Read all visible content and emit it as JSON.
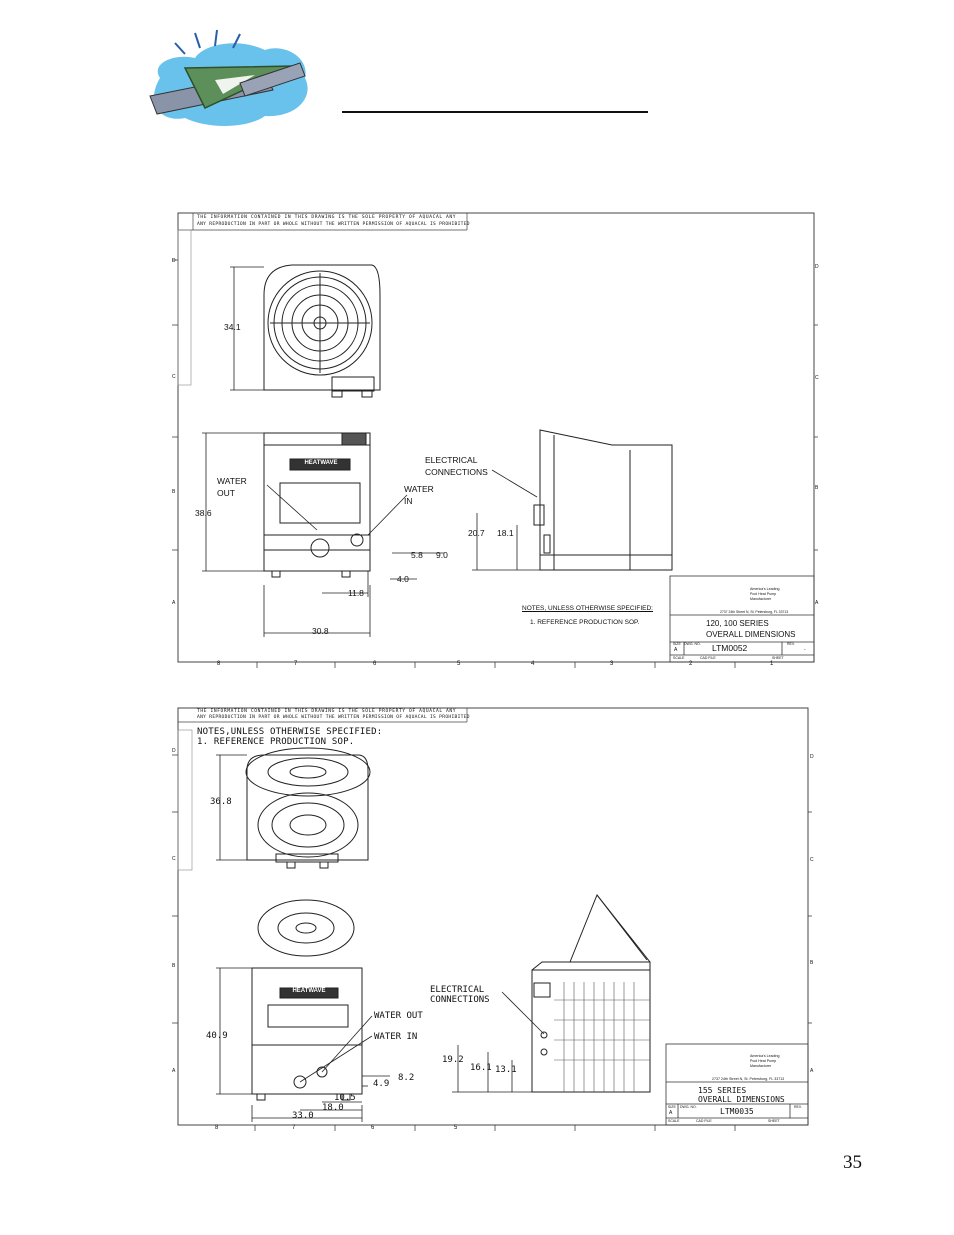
{
  "page": {
    "page_number": "35"
  },
  "drawing1": {
    "disclaimer_1": "THE INFORMATION CONTAINED IN THIS DRAWING IS THE SOLE PROPERTY OF AQUACAL ANY",
    "disclaimer_2": "ANY REPRODUCTION IN PART OR WHOLE WITHOUT THE WRITTEN PERMISSION OF AQUACAL IS PROHIBITED",
    "dim_height_top": "34.1",
    "dim_height_front": "38.6",
    "dim_width": "30.8",
    "dim_water_out_x": "11.8",
    "dim_4_0": "4.0",
    "dim_5_8": "5.8",
    "dim_9_0": "9.0",
    "dim_side_20_7": "20.7",
    "dim_side_18_1": "18.1",
    "label_water_out_1": "WATER",
    "label_water_out_2": "OUT",
    "label_water_in_1": "WATER",
    "label_water_in_2": "IN",
    "label_electrical_1": "ELECTRICAL",
    "label_electrical_2": "CONNECTIONS",
    "notes_title": "NOTES, UNLESS OTHERWISE SPECIFIED:",
    "notes_item": "1. REFERENCE PRODUCTION SOP.",
    "tb_company_1": "America's Leading",
    "tb_company_2": "Pool Heat Pump",
    "tb_company_3": "Manufacturer",
    "tb_address": "2737 24th Street N, St. Petersburg, FL 33713",
    "tb_title_1": "120, 100 SERIES",
    "tb_title_2": "OVERALL DIMENSIONS",
    "tb_size_label": "SIZE",
    "tb_size_value": "A",
    "tb_dwg_label": "DWG. NO.",
    "tb_dwg_no": "LTM0052",
    "tb_rev_label": "REV.",
    "tb_rev_value": "-",
    "tb_scale_label": "SCALE",
    "tb_cad_label": "CAD FILE",
    "tb_sheet_label": "SHEET",
    "border_bottom": [
      "8",
      "7",
      "6",
      "5",
      "4",
      "3",
      "2",
      "1"
    ],
    "border_left": [
      "D",
      "C",
      "B",
      "A"
    ],
    "border_right": [
      "D",
      "C",
      "B",
      "A"
    ],
    "brand_text": "HEATWAVE"
  },
  "drawing2": {
    "disclaimer_1": "THE INFORMATION CONTAINED IN THIS DRAWING IS THE SOLE PROPERTY OF AQUACAL ANY",
    "disclaimer_2": "ANY REPRODUCTION IN PART OR WHOLE WITHOUT THE WRITTEN PERMISSION OF AQUACAL IS PROHIBITED",
    "notes_title": "NOTES,UNLESS OTHERWISE SPECIFIED:",
    "notes_item": "1. REFERENCE PRODUCTION SOP.",
    "dim_height_top": "36.8",
    "dim_height_front": "40.9",
    "dim_33_0": "33.0",
    "dim_18_0": "18.0",
    "dim_10_5": "10.5",
    "dim_4_9": "4.9",
    "dim_8_2": "8.2",
    "dim_19_2": "19.2",
    "dim_16_1": "16.1",
    "dim_13_1": "13.1",
    "label_electrical_1": "ELECTRICAL",
    "label_electrical_2": "CONNECTIONS",
    "label_water_out": "WATER OUT",
    "label_water_in": "WATER IN",
    "tb_company_1": "America's Leading",
    "tb_company_2": "Pool Heat Pump",
    "tb_company_3": "Manufacturer",
    "tb_address": "2737 24th Street N, St. Petersburg, FL 33713",
    "tb_title_1": "155 SERIES",
    "tb_title_2": "OVERALL DIMENSIONS",
    "tb_size_label": "SIZE",
    "tb_size_value": "A",
    "tb_dwg_label": "DWG. NO.",
    "tb_dwg_no": "LTM0035",
    "tb_rev_label": "REV.",
    "tb_scale_label": "SCALE",
    "tb_cad_label": "CAD FILE",
    "tb_sheet_label": "SHEET",
    "border_bottom": [
      "8",
      "7",
      "6",
      "5"
    ],
    "border_left": [
      "D",
      "C",
      "B",
      "A"
    ],
    "border_right": [
      "D",
      "C",
      "B",
      "A"
    ],
    "brand_text": "HEATWAVE"
  },
  "colors": {
    "logo_splash": "#4fb7e8",
    "logo_ruler": "#8a94a8",
    "logo_triangle": "#5d8f5a",
    "logo_rays": "#2a5fa8",
    "line": "#222222"
  },
  "icons": {
    "logo": "drafting-tools-icon"
  }
}
